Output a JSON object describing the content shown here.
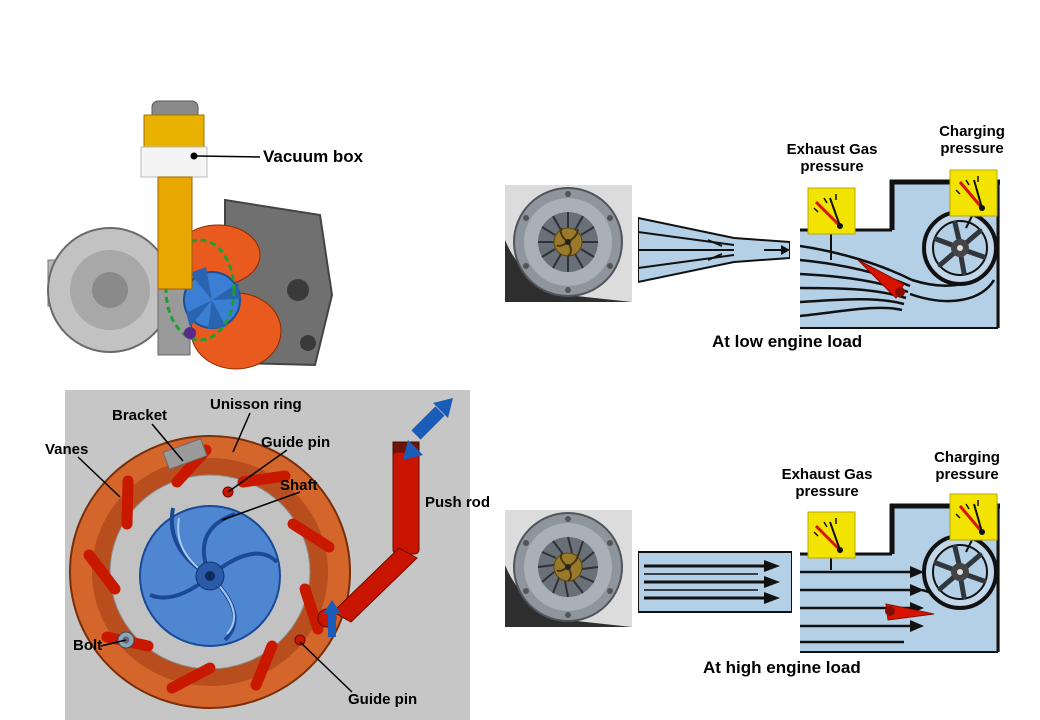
{
  "turbo_cutaway": {
    "vacuum_box_label": "Vacuum box"
  },
  "vane_mechanism": {
    "bracket": "Bracket",
    "unisson_ring": "Unisson ring",
    "vanes": "Vanes",
    "guide_pin_top": "Guide pin",
    "shaft": "Shaft",
    "push_rod": "Push rod",
    "bolt": "Bolt",
    "guide_pin_bottom": "Guide pin"
  },
  "low_load": {
    "exhaust_label": "Exhaust Gas pressure",
    "charging_label": "Charging pressure",
    "caption": "At low engine load"
  },
  "high_load": {
    "exhaust_label": "Exhaust Gas pressure",
    "charging_label": "Charging pressure",
    "caption": "At high engine load"
  },
  "colors": {
    "gauge_yellow": "#f2e400",
    "flow_blue": "#b4d0e6",
    "needle_red": "#d81400",
    "ring_orange": "#d4662c",
    "wheel_blue": "#4f86d2",
    "actuator_yellow": "#eab200",
    "arrow_blue": "#1a5cb8"
  }
}
